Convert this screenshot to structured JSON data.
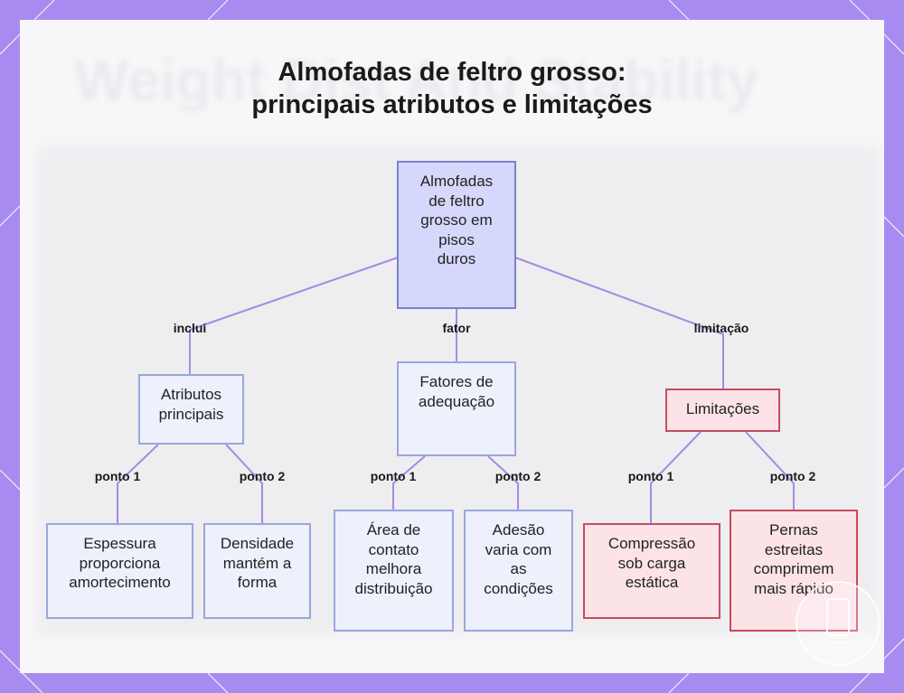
{
  "title": {
    "line1": "Almofadas de feltro grosso:",
    "line2": "principais atributos e limitações"
  },
  "watermark": "Weight Dist And Stability",
  "nodes": {
    "root": [
      "Almofadas",
      "de feltro",
      "grosso em",
      "pisos",
      "duros"
    ],
    "attributes": [
      "Atributos",
      "principais"
    ],
    "factors": [
      "Fatores de",
      "adequação"
    ],
    "limits": [
      "Limitações"
    ],
    "attr1": [
      "Espessura",
      "proporciona",
      "amortecimento"
    ],
    "attr2": [
      "Densidade",
      "mantém a",
      "forma"
    ],
    "fact1": [
      "Área de",
      "contato",
      "melhora",
      "distribuição"
    ],
    "fact2": [
      "Adesão",
      "varia com",
      "as",
      "condições"
    ],
    "lim1": [
      "Compressão",
      "sob carga",
      "estática"
    ],
    "lim2": [
      "Pernas",
      "estreitas",
      "comprimem",
      "mais rápido"
    ]
  },
  "edges": {
    "includes": "inclui",
    "factor": "fator",
    "limitation": "limitação",
    "point1": "ponto 1",
    "point2": "ponto 2"
  },
  "colors": {
    "root_fill": "#d6d8fb",
    "blue_fill": "#eef0fc",
    "red_fill": "#fbe3e8",
    "red_border": "#c84b5f",
    "link": "#a58be0",
    "frame": "#a78bf0"
  }
}
